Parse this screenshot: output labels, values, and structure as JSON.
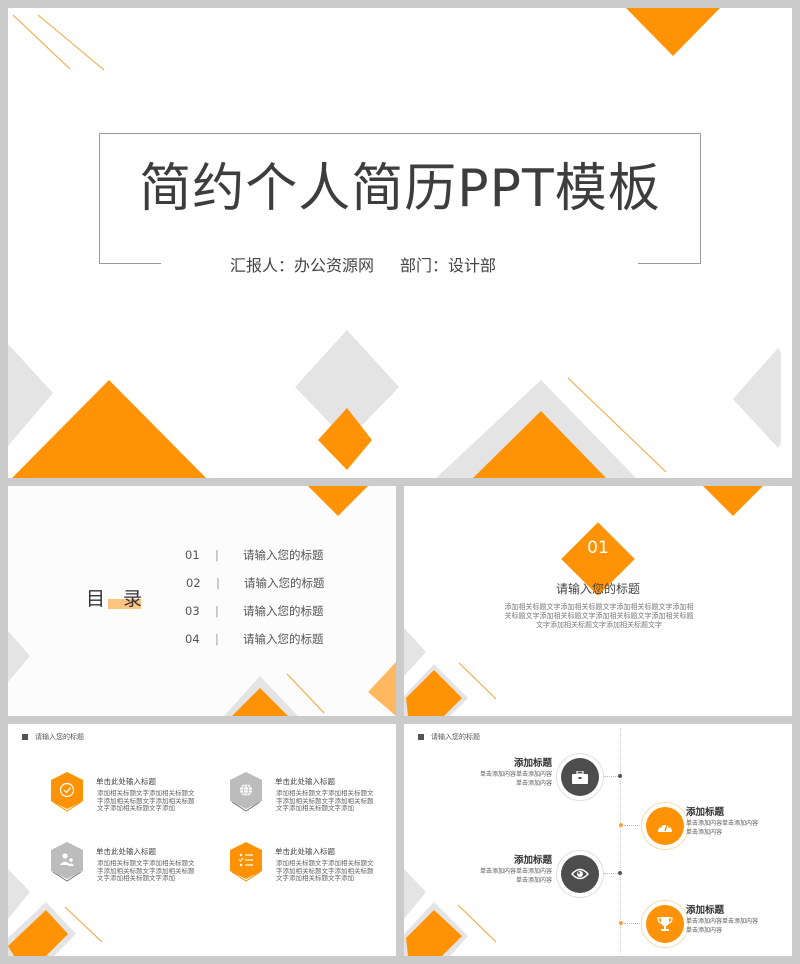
{
  "theme": {
    "accent": "#ff9305",
    "accent_light": "#ffc47f",
    "gray_shape": "#e4e4e4",
    "frame": "#cbcbcb",
    "dark_icon": "#4d4d4d"
  },
  "slide1": {
    "title": "简约个人简历PPT模板",
    "reporter_label": "汇报人：办公资源网",
    "department_label": "部门：设计部"
  },
  "slide2": {
    "title": "目 录",
    "items": [
      {
        "num": "01",
        "sep": "|",
        "label": "请输入您的标题"
      },
      {
        "num": "02",
        "sep": "|",
        "label": "请输入您的标题"
      },
      {
        "num": "03",
        "sep": "|",
        "label": "请输入您的标题"
      },
      {
        "num": "04",
        "sep": "|",
        "label": "请输入您的标题"
      }
    ]
  },
  "slide3": {
    "number": "01",
    "title": "请输入您的标题",
    "body": "添加相关标题文字添加相关标题文字添加相关标题文字添加相关标题文字添加相关标题文字添加相关标题文字添加相关标题文字添加相关标题文字添加相关标题文字"
  },
  "slide4": {
    "header": "请输入您的标题",
    "features": [
      {
        "icon": "check-circle-icon",
        "title": "单击此处输入标题",
        "body": "添加相关标题文字添加相关标题文字添加相关标题文字添加相关标题文字添加相关标题文字添加"
      },
      {
        "icon": "globe-icon",
        "title": "单击此处输入标题",
        "body": "添加相关标题文字添加相关标题文字添加相关标题文字添加相关标题文字添加相关标题文字添加"
      },
      {
        "icon": "users-icon",
        "title": "单击此处输入标题",
        "body": "添加相关标题文字添加相关标题文字添加相关标题文字添加相关标题文字添加相关标题文字添加"
      },
      {
        "icon": "checklist-icon",
        "title": "单击此处输入标题",
        "body": "添加相关标题文字添加相关标题文字添加相关标题文字添加相关标题文字添加相关标题文字添加"
      }
    ]
  },
  "slide5": {
    "header": "请输入您的标题",
    "timeline": [
      {
        "icon": "briefcase-icon",
        "title": "添加标题",
        "body": "单击添加内容单击添加内容单击添加内容",
        "side": "left"
      },
      {
        "icon": "dashboard-icon",
        "title": "添加标题",
        "body": "单击添加内容单击添加内容单击添加内容",
        "side": "right"
      },
      {
        "icon": "eye-icon",
        "title": "添加标题",
        "body": "单击添加内容单击添加内容单击添加内容",
        "side": "left"
      },
      {
        "icon": "trophy-icon",
        "title": "添加标题",
        "body": "单击添加内容单击添加内容单击添加内容",
        "side": "right"
      }
    ]
  }
}
